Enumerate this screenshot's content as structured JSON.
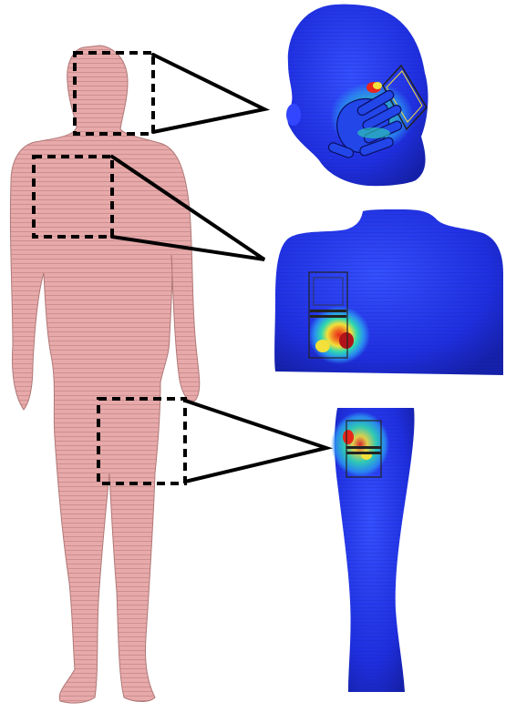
{
  "figure": {
    "phantom": {
      "icon": "human-body-voxel-model"
    },
    "regions": [
      {
        "id": "head",
        "icon": "head-with-phone-sar-map"
      },
      {
        "id": "chest",
        "icon": "torso-with-patch-antenna-sar-map"
      },
      {
        "id": "thigh",
        "icon": "leg-with-patch-antenna-sar-map"
      }
    ],
    "colors": {
      "phantom_skin": "#e7a9a9",
      "phantom_outline": "#b07878",
      "tissue_base": "#1f2fe0",
      "sar_low": "#2a8cf0",
      "sar_mid": "#2fd8b0",
      "sar_high": "#f3e03a",
      "sar_peak": "#e8261b",
      "callout_line": "#000000"
    }
  }
}
